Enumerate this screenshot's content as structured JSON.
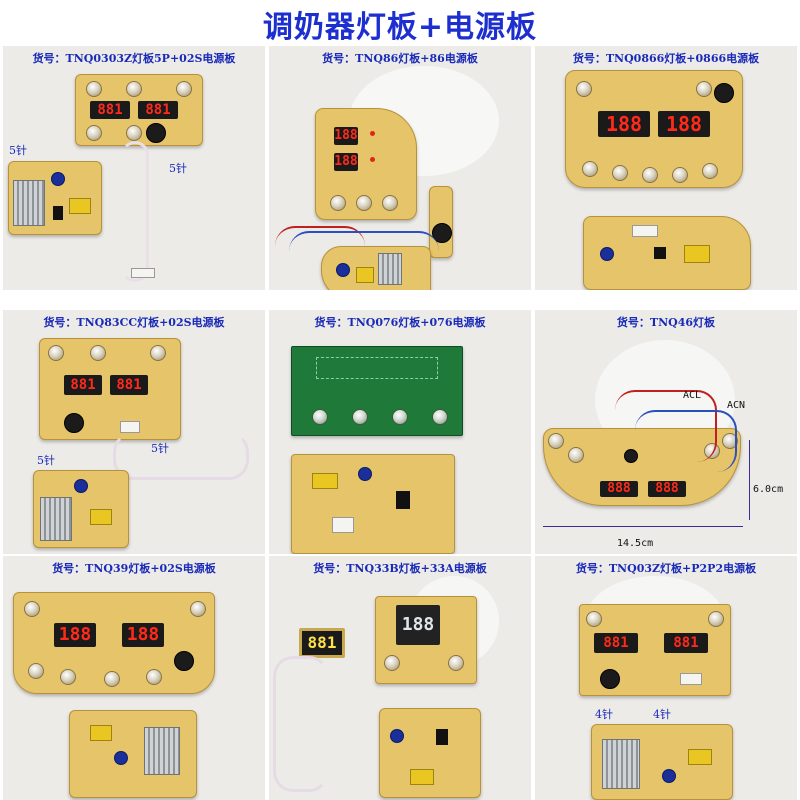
{
  "title": "调奶器灯板+电源板",
  "panels": [
    {
      "caption": "货号：TNQ0303Z灯板5P+02S电源板",
      "labels": [
        "5针",
        "5针"
      ],
      "display": [
        "881",
        "881"
      ]
    },
    {
      "caption": "货号：TNQ86灯板+86电源板",
      "labels": [],
      "display": [
        "188",
        "188"
      ]
    },
    {
      "caption": "货号：TNQ0866灯板+0866电源板",
      "labels": [],
      "display": [
        "188",
        "188"
      ]
    },
    {
      "caption": "货号：TNQ83CC灯板+02S电源板",
      "labels": [
        "5针",
        "5针"
      ],
      "display": [
        "881",
        "881"
      ]
    },
    {
      "caption": "货号：TNQ076灯板+076电源板",
      "labels": [],
      "display": [
        "",
        ""
      ]
    },
    {
      "caption": "货号：TNQ46灯板",
      "labels": [
        "ACL",
        "ACN",
        "6.0cm",
        "14.5cm"
      ],
      "display": [
        "888",
        "888"
      ]
    },
    {
      "caption": "货号：TNQ39灯板+02S电源板",
      "labels": [],
      "display": [
        "188",
        "188"
      ]
    },
    {
      "caption": "货号：TNQ33B灯板+33A电源板",
      "labels": [],
      "display": [
        "881",
        "188"
      ]
    },
    {
      "caption": "货号：TNQ03Z灯板+P2P2电源板",
      "labels": [
        "4针",
        "4针"
      ],
      "display": [
        "881",
        "881"
      ]
    }
  ],
  "colors": {
    "title": "#1e2fd0",
    "caption": "#1a2ab8",
    "pcb": "#e6c46a",
    "pcb_green": "#1f7a3a",
    "led_red": "#ff2a1a"
  }
}
